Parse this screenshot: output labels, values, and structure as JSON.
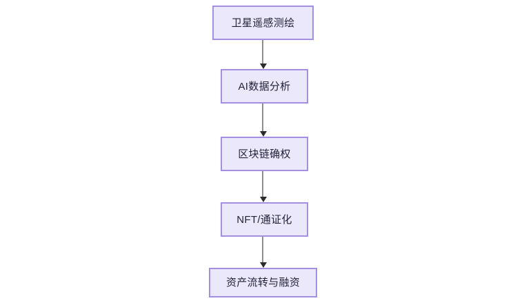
{
  "diagram": {
    "type": "flowchart",
    "orientation": "top-to-bottom",
    "colors": {
      "node_fill": "#ebe8fb",
      "node_border": "#a48ee2",
      "node_text": "#22223c",
      "edge_line": "#8e8e8e",
      "edge_arrowhead": "#2b2b2b",
      "background": "#ffffff"
    },
    "nodes": [
      {
        "id": "n0",
        "label": "卫星遥感测绘"
      },
      {
        "id": "n1",
        "label": "AI数据分析"
      },
      {
        "id": "n2",
        "label": "区块链确权"
      },
      {
        "id": "n3",
        "label": "NFT/通证化"
      },
      {
        "id": "n4",
        "label": "资产流转与融资"
      }
    ],
    "edges": [
      {
        "id": "e0",
        "from": "n0",
        "to": "n1",
        "label": ""
      },
      {
        "id": "e1",
        "from": "n1",
        "to": "n2",
        "label": ""
      },
      {
        "id": "e2",
        "from": "n2",
        "to": "n3",
        "label": ""
      },
      {
        "id": "e3",
        "from": "n3",
        "to": "n4",
        "label": ""
      }
    ]
  }
}
